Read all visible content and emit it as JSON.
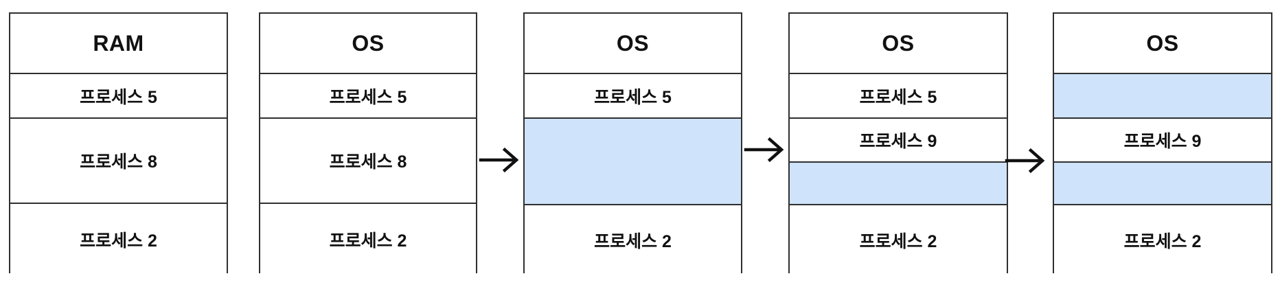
{
  "diagram": {
    "description": "Memory allocation / compaction sequence diagram",
    "boxes": [
      {
        "header": "RAM",
        "rows": [
          {
            "label": "프로세스 5",
            "state": "allocated"
          },
          {
            "label": "프로세스 8",
            "state": "allocated"
          },
          {
            "label": "프로세스 2",
            "state": "allocated"
          }
        ]
      },
      {
        "header": "OS",
        "rows": [
          {
            "label": "프로세스 5",
            "state": "allocated"
          },
          {
            "label": "프로세스 8",
            "state": "allocated"
          },
          {
            "label": "프로세스 2",
            "state": "allocated"
          }
        ]
      },
      {
        "header": "OS",
        "rows": [
          {
            "label": "프로세스 5",
            "state": "allocated"
          },
          {
            "label": "",
            "state": "free"
          },
          {
            "label": "프로세스 2",
            "state": "allocated"
          }
        ]
      },
      {
        "header": "OS",
        "rows": [
          {
            "label": "프로세스 5",
            "state": "allocated"
          },
          {
            "label": "프로세스 9",
            "state": "allocated"
          },
          {
            "label": "",
            "state": "free"
          },
          {
            "label": "프로세스 2",
            "state": "allocated"
          }
        ]
      },
      {
        "header": "OS",
        "rows": [
          {
            "label": "",
            "state": "free"
          },
          {
            "label": "프로세스 9",
            "state": "allocated"
          },
          {
            "label": "",
            "state": "free"
          },
          {
            "label": "프로세스 2",
            "state": "allocated"
          }
        ]
      }
    ],
    "arrows": [
      {
        "name": "step-arrow-1",
        "direction": "right"
      },
      {
        "name": "step-arrow-2",
        "direction": "right"
      },
      {
        "name": "step-arrow-3",
        "direction": "right"
      }
    ],
    "colors": {
      "free_block_fill": "#cfe3fa",
      "border": "#2f2f2f",
      "arrow": "#111111",
      "text": "#111111",
      "background": "#ffffff"
    }
  }
}
